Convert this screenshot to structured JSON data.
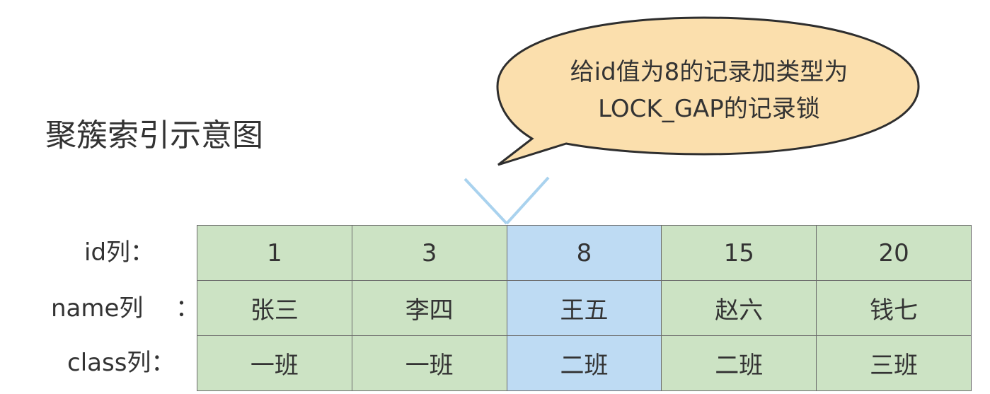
{
  "title": "聚簇索引示意图",
  "callout": {
    "line1": "给id值为8的记录加类型为",
    "line2": "LOCK_GAP的记录锁"
  },
  "row_labels": {
    "id": "id列：",
    "name_main": "name列",
    "name_colon": "：",
    "class": "class列："
  },
  "records": [
    {
      "id": "1",
      "name": "张三",
      "class": "一班",
      "highlight": false
    },
    {
      "id": "3",
      "name": "李四",
      "class": "一班",
      "highlight": false
    },
    {
      "id": "8",
      "name": "王五",
      "class": "二班",
      "highlight": true
    },
    {
      "id": "15",
      "name": "赵六",
      "class": "二班",
      "highlight": false
    },
    {
      "id": "20",
      "name": "钱七",
      "class": "三班",
      "highlight": false
    }
  ],
  "colors": {
    "cell_default": "#cce3c4",
    "cell_highlight": "#bedbf3",
    "callout_fill": "#fbdfad",
    "gap_marker": "#a9d2ee",
    "border": "#6b6b6b"
  }
}
